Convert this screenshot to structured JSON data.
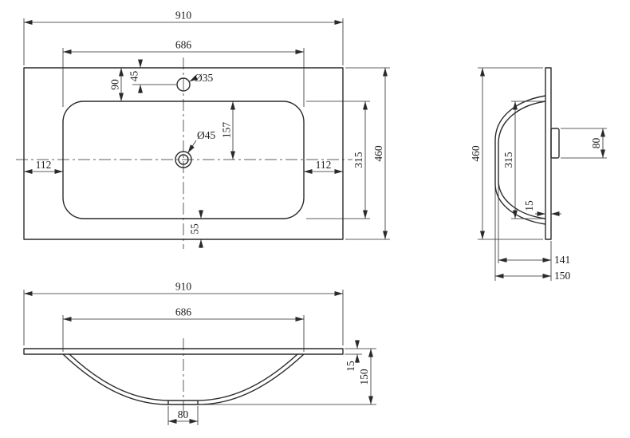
{
  "colors": {
    "line": "#2a2a2a",
    "background": "#ffffff"
  },
  "plan": {
    "dim_total_width": "910",
    "dim_basin_width": "686",
    "dim_back_to_basin": "90",
    "dim_faucet_offset": "45",
    "faucet_hole_label": "Ø35",
    "dim_faucet_to_drain": "157",
    "drain_hole_label": "Ø45",
    "dim_left_margin": "112",
    "dim_right_margin": "112",
    "dim_basin_depth": "315",
    "dim_total_depth": "460",
    "dim_front_margin": "55"
  },
  "side": {
    "dim_total_depth": "460",
    "dim_basin_opening": "315",
    "dim_drain_fitting": "80",
    "dim_rim_thickness": "15",
    "dim_inner_height": "141",
    "dim_total_height": "150"
  },
  "front": {
    "dim_total_width": "910",
    "dim_basin_width": "686",
    "dim_rim_thickness": "15",
    "dim_total_height": "150",
    "dim_drain_width": "80"
  }
}
